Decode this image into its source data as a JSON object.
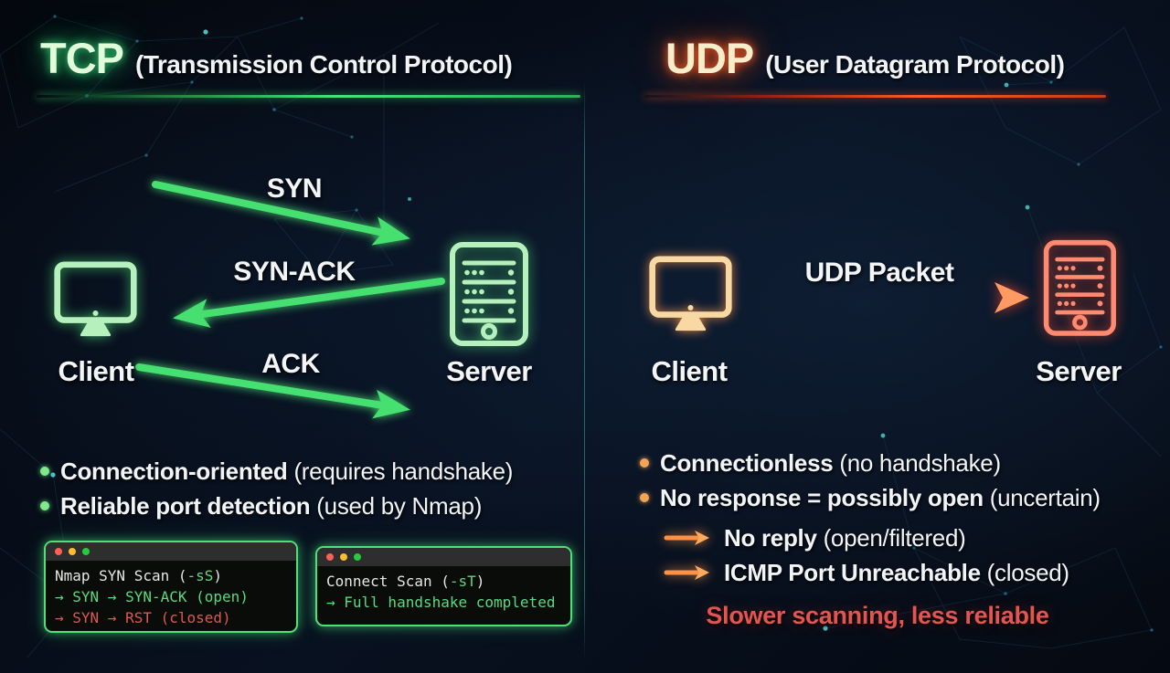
{
  "colors": {
    "tcp_accent": "#45e06f",
    "udp_accent": "#ff7a3c",
    "terminal_green": "#5bd97d",
    "terminal_red": "#e0574f",
    "warning_red": "#e25550"
  },
  "tcp": {
    "title": "TCP",
    "subtitle": "(Transmission Control Protocol)",
    "client_label": "Client",
    "server_label": "Server",
    "arrow_syn": "SYN",
    "arrow_synack": "SYN-ACK",
    "arrow_ack": "ACK",
    "bullets": [
      {
        "bold": "Connection-oriented",
        "rest": " (requires handshake)"
      },
      {
        "bold": "Reliable port detection",
        "rest": " (used by Nmap)"
      }
    ],
    "terminal1": {
      "title_pre": "Nmap SYN Scan (",
      "flag": "-sS",
      "title_post": ")",
      "line_open": "→ SYN → SYN-ACK (open)",
      "line_closed": "→ SYN → RST (closed)"
    },
    "terminal2": {
      "title_pre": "Connect Scan (",
      "flag": "-sT",
      "title_post": ")",
      "line_full": "→ Full handshake completed"
    }
  },
  "udp": {
    "title": "UDP",
    "subtitle": "(User Datagram Protocol)",
    "client_label": "Client",
    "server_label": "Server",
    "arrow_packet": "UDP Packet",
    "bullets": [
      {
        "bold": "Connectionless",
        "rest": " (no handshake)"
      },
      {
        "bold": "No response = possibly open",
        "rest": " (uncertain)"
      }
    ],
    "responses": [
      {
        "bold": "No reply",
        "rest": " (open/filtered)"
      },
      {
        "bold": "ICMP Port Unreachable",
        "rest": " (closed)"
      }
    ],
    "footer": "Slower scanning, less reliable"
  }
}
